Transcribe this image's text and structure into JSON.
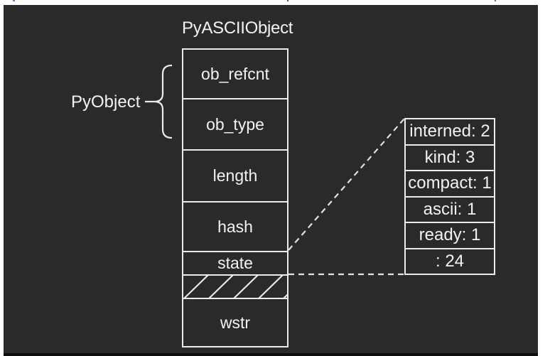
{
  "colors": {
    "page_bg": "#ffffff",
    "panel_bg": "#2a2a2a",
    "border": "#ececec",
    "text": "#f2f2f2",
    "bottom_band": "#0d0d0d"
  },
  "title": "PyASCIIObject",
  "brace_label": "PyObject",
  "struct": {
    "fields": [
      "ob_refcnt",
      "ob_type",
      "length",
      "hash",
      "state",
      "",
      "wstr"
    ]
  },
  "state_detail": {
    "rows": [
      "interned: 2",
      "kind: 3",
      "compact: 1",
      "ascii: 1",
      "ready: 1",
      ": 24"
    ]
  }
}
